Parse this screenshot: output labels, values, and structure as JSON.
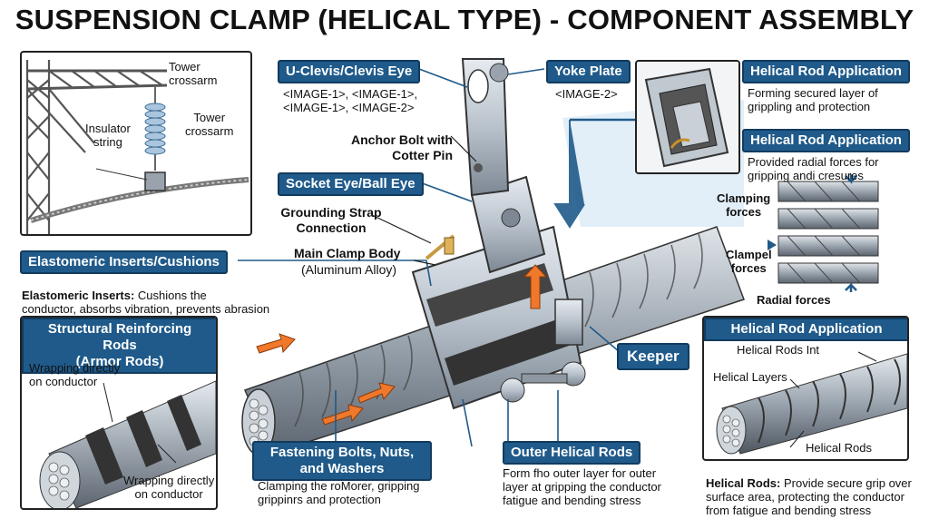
{
  "title": "SUSPENSION CLAMP (HELICAL TYPE) - COMPONENT ASSEMBLY",
  "tower_panel": {
    "crossarm_top": "Tower crossarm",
    "insulator": "Insulator\nstring",
    "crossarm_right": "Tower\ncrossarm"
  },
  "uclevis": {
    "tag": "U-Clevis/Clevis Eye",
    "desc": "<IMAGE-1>, <IMAGE-1>,\n<IMAGE-1>, <IMAGE-2>"
  },
  "yoke": {
    "tag": "Yoke Plate",
    "desc": "<IMAGE-2>"
  },
  "anchor": {
    "label": "Anchor Bolt with\nCotter Pin"
  },
  "socket": {
    "tag": "Socket Eye/Ball Eye"
  },
  "grounding": {
    "label": "Grounding Strap\nConnection"
  },
  "clamp_body": {
    "label_bold": "Main Clamp Body",
    "label_sub": "(Aluminum Alloy)"
  },
  "elastomeric": {
    "tag": "Elastomeric Inserts/Cushions",
    "desc_bold": "Elastomeric Inserts:",
    "desc": " Cushions the\nconductor, absorbs vibration, prevents abrasion"
  },
  "armor": {
    "tag": "Structural Reinforcing Rods\n(Armor Rods)",
    "label_top": "Wrapping directly\non conductor",
    "label_bottom": "Wrapping directly\non conductor"
  },
  "fastening": {
    "tag": "Fastening Bolts, Nuts,\nand Washers",
    "desc": "Clamping the roMorer, gripping\ngrippinrs and protection"
  },
  "outer": {
    "tag": "Outer Helical Rods",
    "desc": "Form fho outer layer for outer\nlayer at gripping the conductor\nfatigue and bending stress"
  },
  "keeper": {
    "tag": "Keeper"
  },
  "helical1": {
    "tag": "Helical Rod Application",
    "desc": "Forming secured layer of\ngrippling and protection"
  },
  "helical2": {
    "tag": "Helical Rod Application",
    "desc": "Provided radial forces for\ngripping andi cresures"
  },
  "forces": {
    "clamping": "Clamping\nforces",
    "clampel": "Clampel\nforces",
    "radial": "Radial forces"
  },
  "helical3": {
    "tag": "Helical Rod Application",
    "rods_int": "Helical Rods Int",
    "layers": "Helical Layers",
    "rods": "Helical Rods"
  },
  "helical_note": {
    "bold": "Helical Rods:",
    "desc": " Provide secure grip over\nsurface area, protecting the conductor\nfrom fatigue and bending stress"
  },
  "colors": {
    "accent": "#1f5a8a",
    "arrow": "#f0782a",
    "metal": "#b9c2cc"
  }
}
